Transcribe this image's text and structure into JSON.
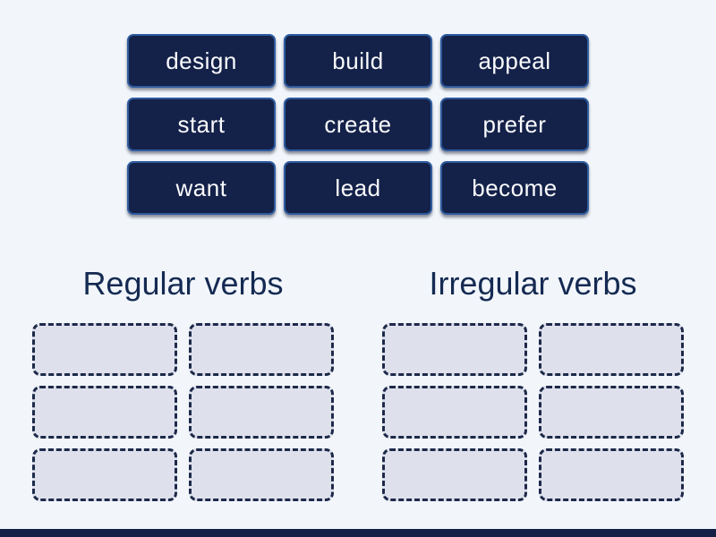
{
  "activity": {
    "type": "group-sort",
    "instruction_visible": false
  },
  "tiles": {
    "items": [
      "design",
      "build",
      "appeal",
      "start",
      "create",
      "prefer",
      "want",
      "lead",
      "become"
    ],
    "fill_color": "#142149",
    "border_color": "#2f5ca0",
    "text_color": "#fafbfd"
  },
  "categories": [
    {
      "label": "Regular verbs",
      "empty_slot_count": 6
    },
    {
      "label": "Irregular verbs",
      "empty_slot_count": 6
    }
  ],
  "slots": {
    "fill_color": "#dee1ec",
    "border_color": "#1d2949"
  },
  "page": {
    "background_color": "#f2f6fb",
    "heading_color": "#152a52",
    "bottom_bar_color": "#142147"
  }
}
